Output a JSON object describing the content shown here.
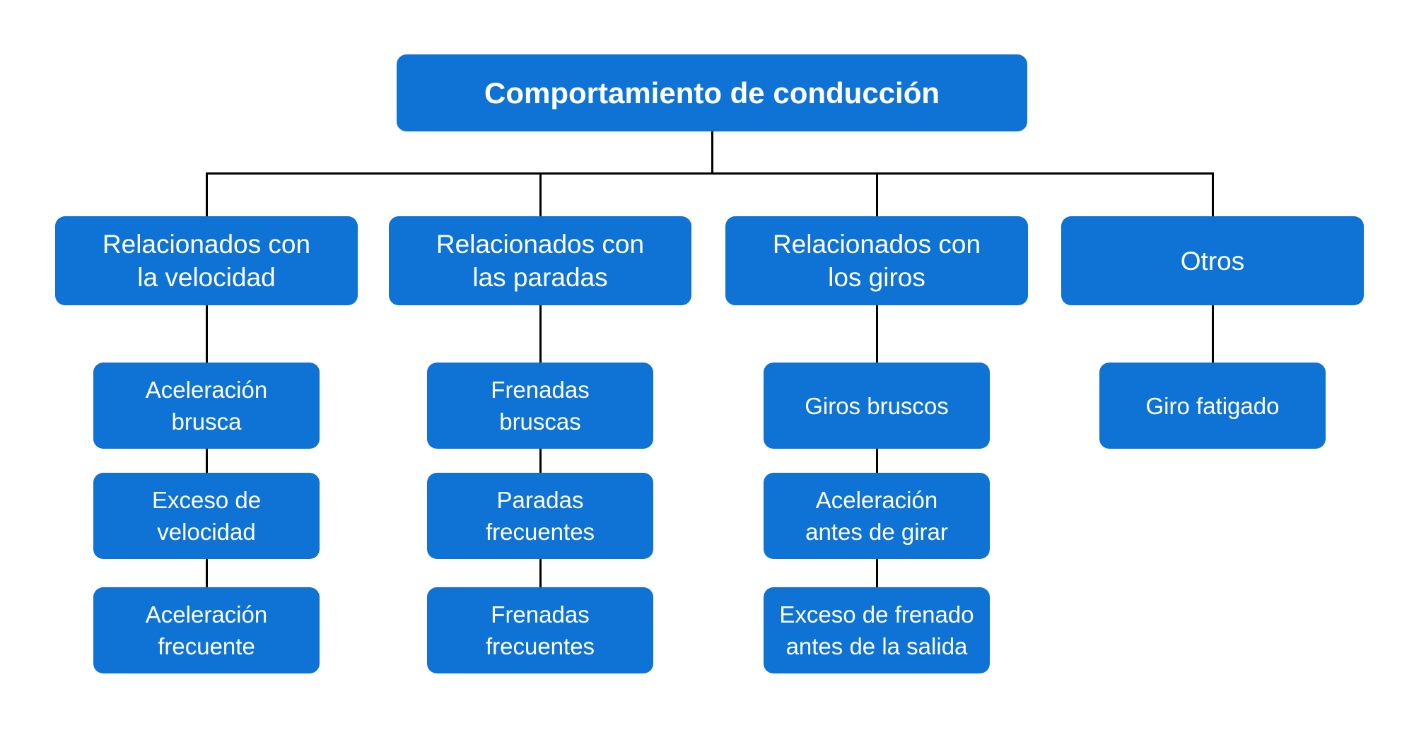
{
  "diagram": {
    "title": "Comportamiento de conducción",
    "root": {
      "lines": [
        "Comportamiento de conducción"
      ]
    },
    "columns": [
      {
        "branch": {
          "lines": [
            "Relacionados con",
            "la velocidad"
          ]
        },
        "leaves": [
          {
            "lines": [
              "Aceleración",
              "brusca"
            ]
          },
          {
            "lines": [
              "Exceso de",
              "velocidad"
            ]
          },
          {
            "lines": [
              "Aceleración",
              "frecuente"
            ]
          }
        ]
      },
      {
        "branch": {
          "lines": [
            "Relacionados con",
            "las paradas"
          ]
        },
        "leaves": [
          {
            "lines": [
              "Frenadas",
              "bruscas"
            ]
          },
          {
            "lines": [
              "Paradas",
              "frecuentes"
            ]
          },
          {
            "lines": [
              "Frenadas",
              "frecuentes"
            ]
          }
        ]
      },
      {
        "branch": {
          "lines": [
            "Relacionados con",
            "los giros"
          ]
        },
        "leaves": [
          {
            "lines": [
              "Giros bruscos"
            ]
          },
          {
            "lines": [
              "Aceleración",
              "antes de girar"
            ]
          },
          {
            "lines": [
              "Exceso de frenado",
              "antes de la salida"
            ]
          }
        ]
      },
      {
        "branch": {
          "lines": [
            "Otros"
          ]
        },
        "leaves": [
          {
            "lines": [
              "Giro fatigado"
            ]
          }
        ]
      }
    ]
  },
  "colors": {
    "node_fill": "#0E73D4",
    "node_text": "#FFFFFF",
    "connector": "#000000",
    "background": "#FFFFFF"
  }
}
